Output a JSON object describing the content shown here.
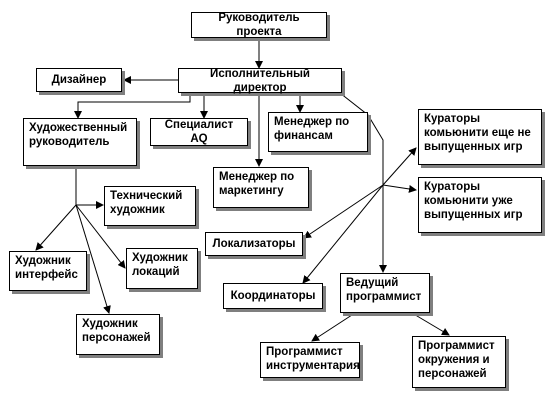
{
  "diagram": {
    "nodes": {
      "project_lead": "Руководитель проекта",
      "designer": "Дизайнер",
      "exec_director": "Исполнительный директор",
      "art_director": "Художественный\nруководитель",
      "qa_specialist": "Специалист AQ",
      "finance_manager": "Менеджер по\nфинансам",
      "curators_unreleased": "Кураторы\nкомьюнити еще не\nвыпущенных игр",
      "tech_artist": "Технический\nхудожник",
      "marketing_manager": "Менеджер по\nмаркетингу",
      "curators_released": "Кураторы\nкомьюнити уже\nвыпущенных игр",
      "localizers": "Локализаторы",
      "interface_artist": "Художник\nинтерфейс",
      "location_artist": "Художник\nлокаций",
      "coordinators": "Координаторы",
      "lead_programmer": "Ведущий\nпрограммист",
      "character_artist": "Художник\nперсонажей",
      "tools_programmer": "Программист\nинструментария",
      "env_programmer": "Программист\nокружения и\nперсонажей"
    }
  }
}
